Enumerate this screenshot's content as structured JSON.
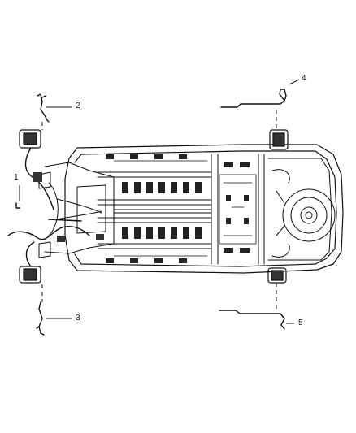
{
  "diagram": {
    "callouts": [
      {
        "id": "1",
        "label": "1"
      },
      {
        "id": "2",
        "label": "2"
      },
      {
        "id": "3",
        "label": "3"
      },
      {
        "id": "4",
        "label": "4"
      },
      {
        "id": "5",
        "label": "5"
      }
    ],
    "colors": {
      "line": "#111111",
      "background": "#ffffff"
    }
  }
}
